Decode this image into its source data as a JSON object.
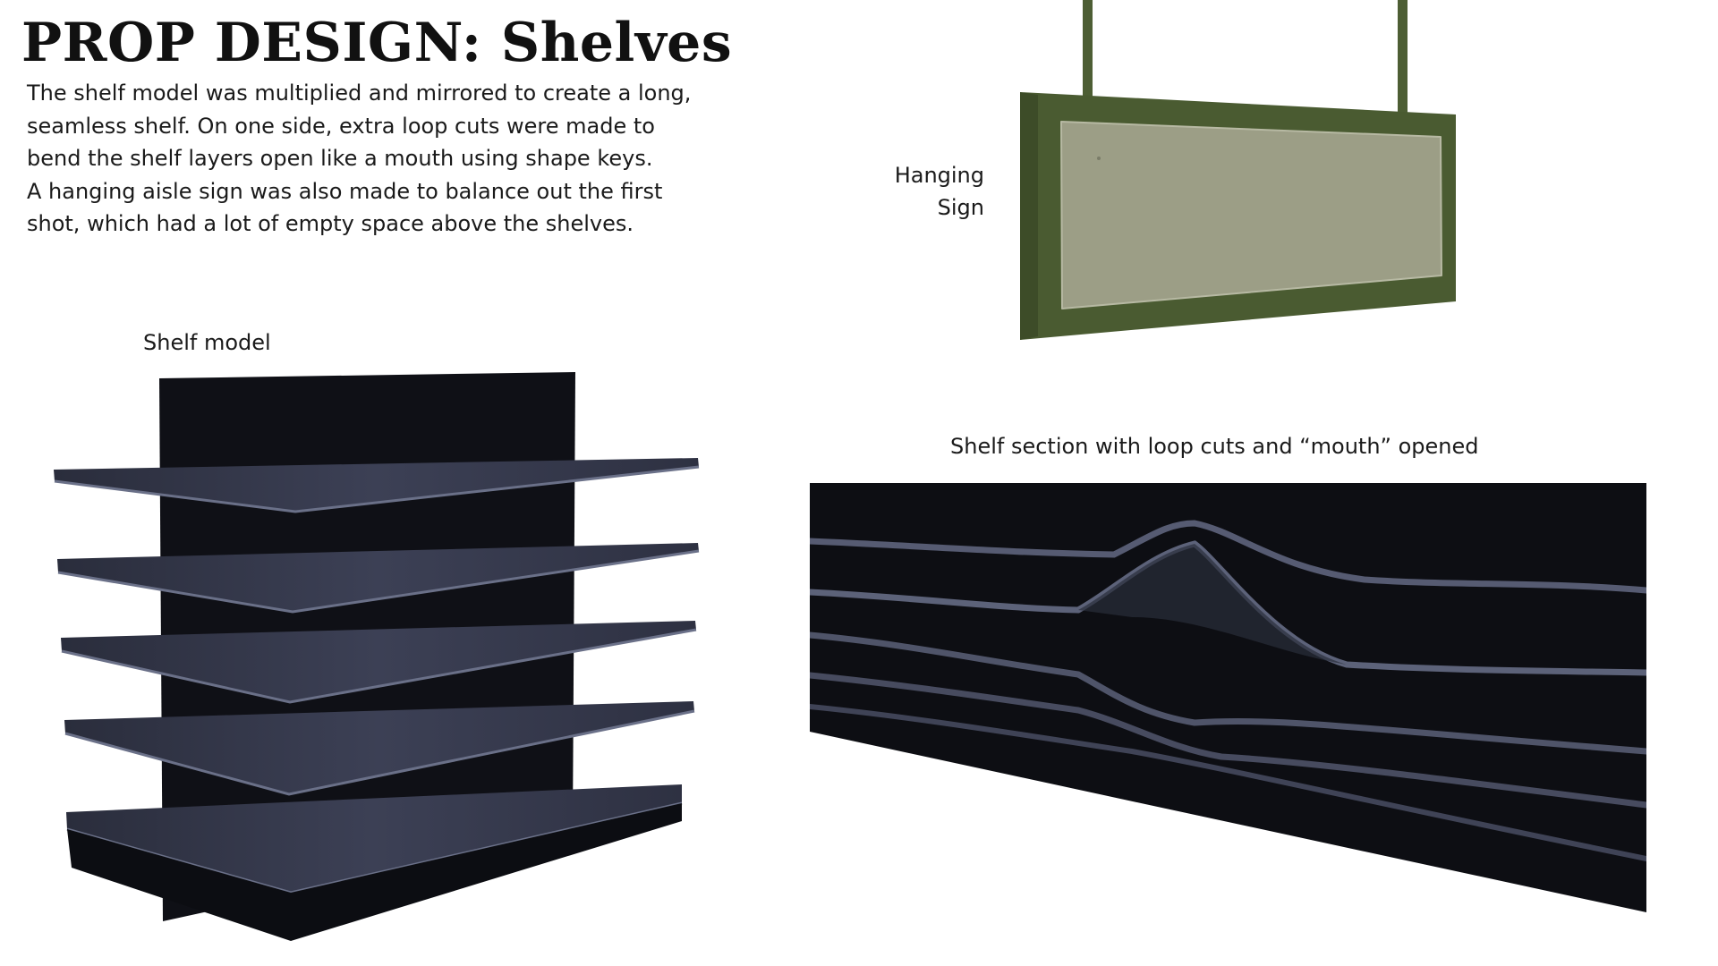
{
  "page": {
    "title": "PROP DESIGN: Shelves",
    "intro_lines": [
      "The shelf model was multiplied and mirrored to create a long,",
      "seamless shelf. On one side, extra loop cuts were made to",
      "bend the shelf layers open like a mouth using shape keys.",
      "A hanging aisle sign was also made to balance out the first",
      "shot, which had a lot of empty space above the shelves."
    ]
  },
  "captions": {
    "shelf_model": "Shelf model",
    "hanging_sign_lines": [
      "Hanging",
      "Sign"
    ],
    "shelf_section": "Shelf section with loop cuts and “mouth” opened"
  },
  "colors": {
    "shelf_dark": "#0f1016",
    "shelf_plank": "#363a4e",
    "shelf_highlight": "#6a7088",
    "sign_frame": "#4a5b31",
    "sign_face": "#9c9e86"
  }
}
